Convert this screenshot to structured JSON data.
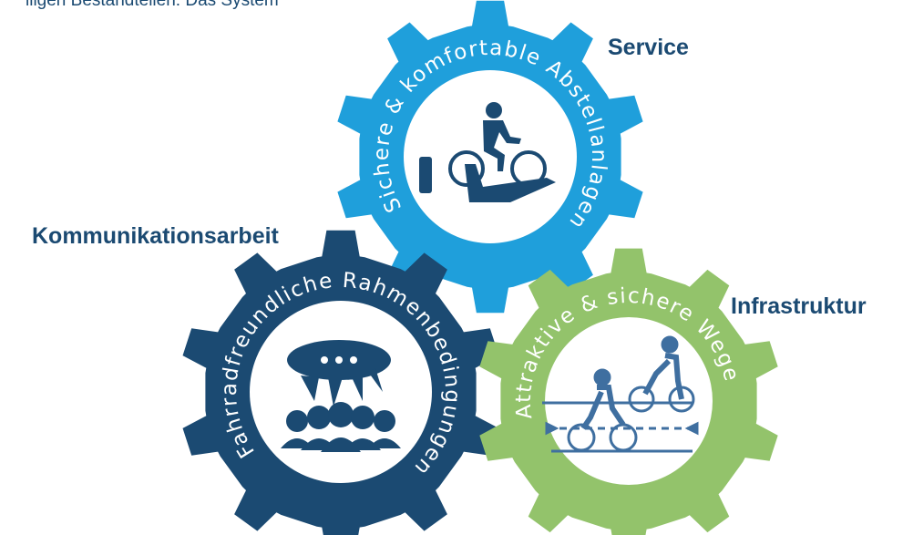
{
  "top_caption": "iligen Bestandteilen: Das System",
  "gears": {
    "service": {
      "title": "Service",
      "arc_text": "Sichere & komfortable Abstellanlagen",
      "color": "#1f9fdb",
      "icon": "hand-holding-bicycle-icon"
    },
    "kommunikation": {
      "title": "Kommunikationsarbeit",
      "arc_text": "Fahrradfreundliche Rahmenbedingungen",
      "color": "#1b4a72",
      "icon": "speech-bubble-group-icon"
    },
    "infrastruktur": {
      "title": "Infrastruktur",
      "arc_text": "Attraktive & sichere Wege",
      "color": "#93c36b",
      "icon": "cyclists-on-lane-icon"
    }
  },
  "colors": {
    "label": "#1b4a72",
    "icon_dark": "#1b4a72",
    "icon_light": "#ffffff"
  }
}
